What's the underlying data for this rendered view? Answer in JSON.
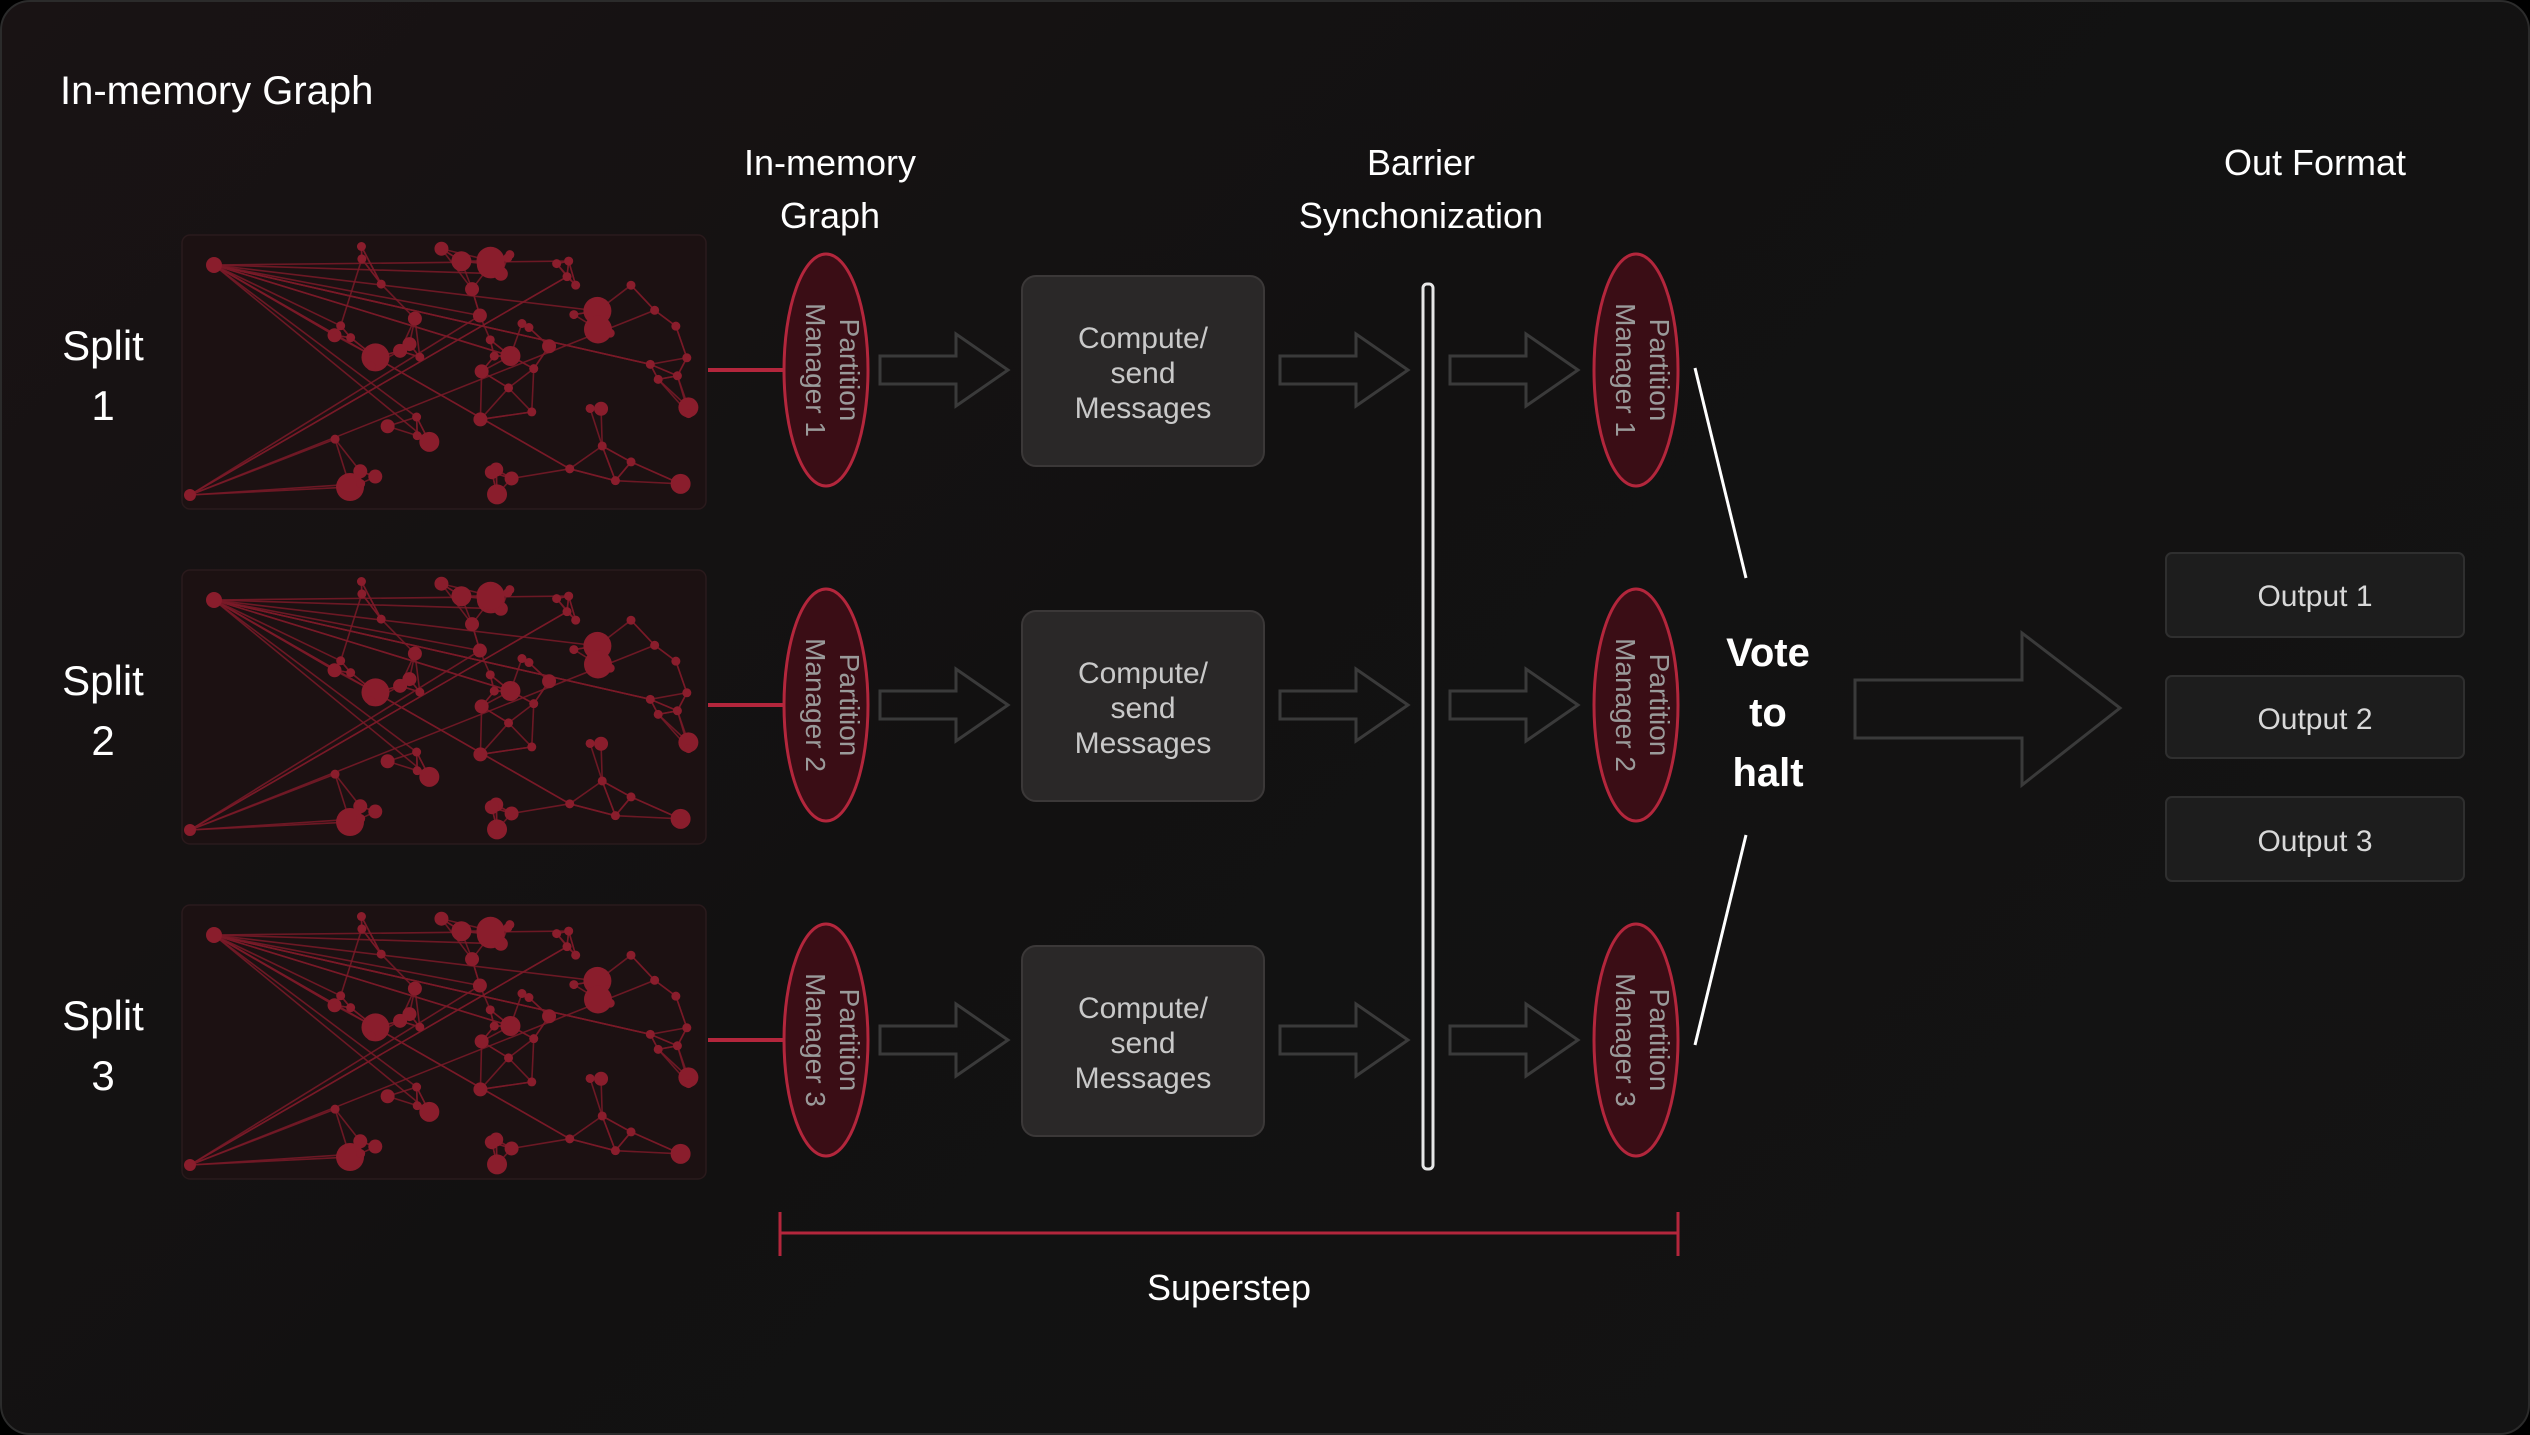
{
  "title": "In-memory Graph",
  "column_headers": {
    "partition": [
      "In-memory",
      "Graph"
    ],
    "barrier": [
      "Barrier",
      "Synchonization"
    ],
    "output": "Out Format"
  },
  "splits": [
    {
      "label": "Split",
      "number": "1"
    },
    {
      "label": "Split",
      "number": "2"
    },
    {
      "label": "Split",
      "number": "3"
    }
  ],
  "partition_managers": [
    {
      "line1": "Partition",
      "line2": "Manager 1"
    },
    {
      "line1": "Partition",
      "line2": "Manager 2"
    },
    {
      "line1": "Partition",
      "line2": "Manager 3"
    }
  ],
  "compute_box": {
    "lines": [
      "Compute/",
      "send",
      "Messages"
    ]
  },
  "vote": {
    "lines": [
      "Vote",
      "to",
      "halt"
    ]
  },
  "outputs": [
    "Output 1",
    "Output 2",
    "Output 3"
  ],
  "superstep": "Superstep",
  "colors": {
    "accent": "#b3263c",
    "node": "#8a1d2c",
    "edge": "#7a1a28",
    "box_fill": "#2a2828",
    "output_fill": "#1d1d1d",
    "arrow": "#3a3a3a",
    "text": "#ffffff"
  }
}
